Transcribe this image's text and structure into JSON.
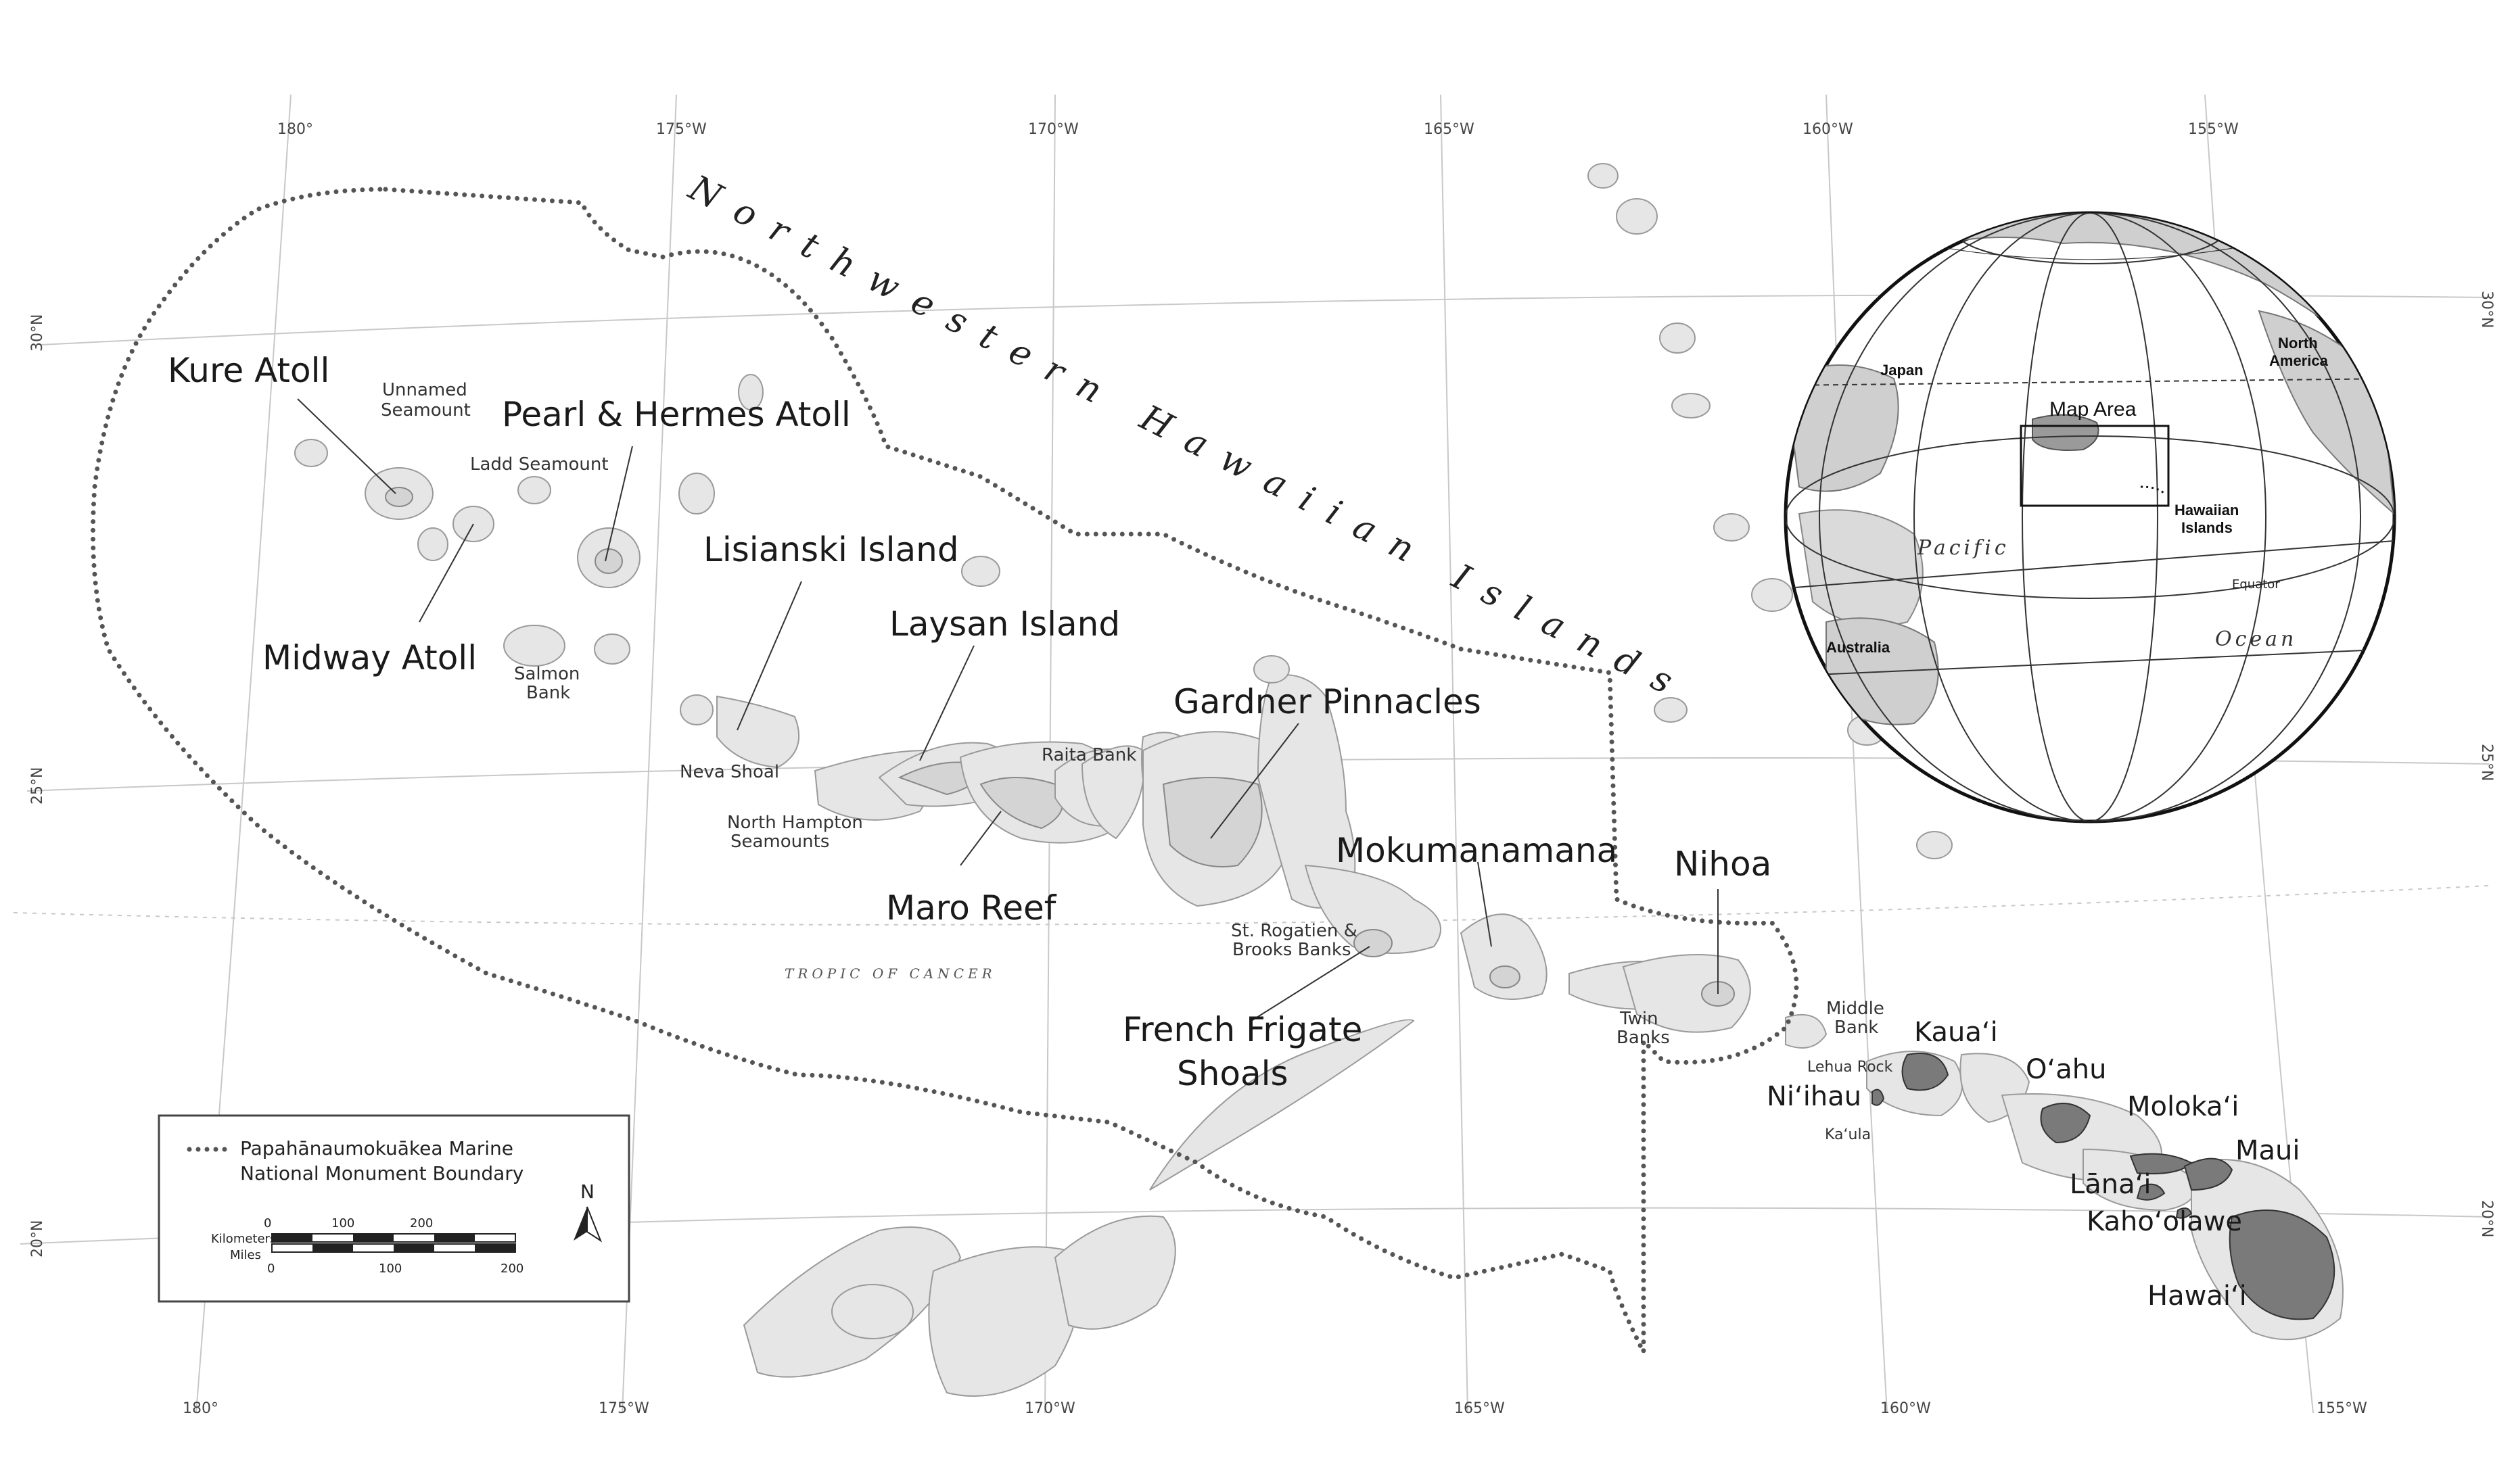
{
  "region_title": "Northwestern Hawaiian Islands",
  "tropic_label": "TROPIC OF CANCER",
  "coords": {
    "top": [
      "180°",
      "175°W",
      "170°W",
      "165°W",
      "160°W",
      "155°W"
    ],
    "bottom": [
      "180°",
      "175°W",
      "170°W",
      "165°W",
      "160°W",
      "155°W"
    ],
    "left": [
      "30°N",
      "25°N",
      "20°N"
    ],
    "right": [
      "30°N",
      "25°N",
      "20°N"
    ]
  },
  "labels": {
    "kure": "Kure Atoll",
    "pearl_hermes": "Pearl & Hermes Atoll",
    "midway": "Midway Atoll",
    "lisianski": "Lisianski Island",
    "laysan": "Laysan Island",
    "gardner": "Gardner Pinnacles",
    "maro": "Maro Reef",
    "mokumanamana": "Mokumanamana",
    "nihoa": "Nihoa",
    "french_frigate_1": "French Frigate",
    "french_frigate_2": "Shoals",
    "kauai": "Kaua‘i",
    "oahu": "O‘ahu",
    "niihau": "Ni‘ihau",
    "molokai": "Moloka‘i",
    "maui": "Maui",
    "lanai": "Lāna‘i",
    "kahoolawe": "Kaho‘olawe",
    "hawaii": "Hawai‘i"
  },
  "features": {
    "unnamed_seamount_1": "Unnamed",
    "unnamed_seamount_2": "Seamount",
    "ladd_seamount": "Ladd Seamount",
    "salmon_bank_1": "Salmon",
    "salmon_bank_2": "Bank",
    "neva_shoal": "Neva Shoal",
    "north_hampton_1": "North Hampton",
    "north_hampton_2": "Seamounts",
    "raita_bank": "Raita Bank",
    "st_rogatien_1": "St. Rogatien &",
    "st_rogatien_2": "Brooks Banks",
    "twin_banks_1": "Twin",
    "twin_banks_2": "Banks",
    "middle_bank_1": "Middle",
    "middle_bank_2": "Bank",
    "lehua_rock": "Lehua Rock",
    "kaula": "Ka‘ula"
  },
  "legend": {
    "boundary_line1": "Papahānaumokuākea Marine",
    "boundary_line2": "National Monument Boundary",
    "north_symbol": "N",
    "scale": {
      "km_label": "Kilometers",
      "mi_label": "Miles",
      "km_ticks": [
        "0",
        "100",
        "200"
      ],
      "mi_ticks": [
        "0",
        "100",
        "200"
      ]
    }
  },
  "inset": {
    "map_area": "Map Area",
    "japan": "Japan",
    "north_america_1": "North",
    "north_america_2": "America",
    "hawaiian_1": "Hawaiian",
    "hawaiian_2": "Islands",
    "pacific": "Pacific",
    "ocean": "Ocean",
    "equator": "Equator",
    "australia": "Australia"
  },
  "colors": {
    "shallow_bank": "#e6e6e6",
    "island_land": "#7a7a7a",
    "boundary": "#555555"
  }
}
